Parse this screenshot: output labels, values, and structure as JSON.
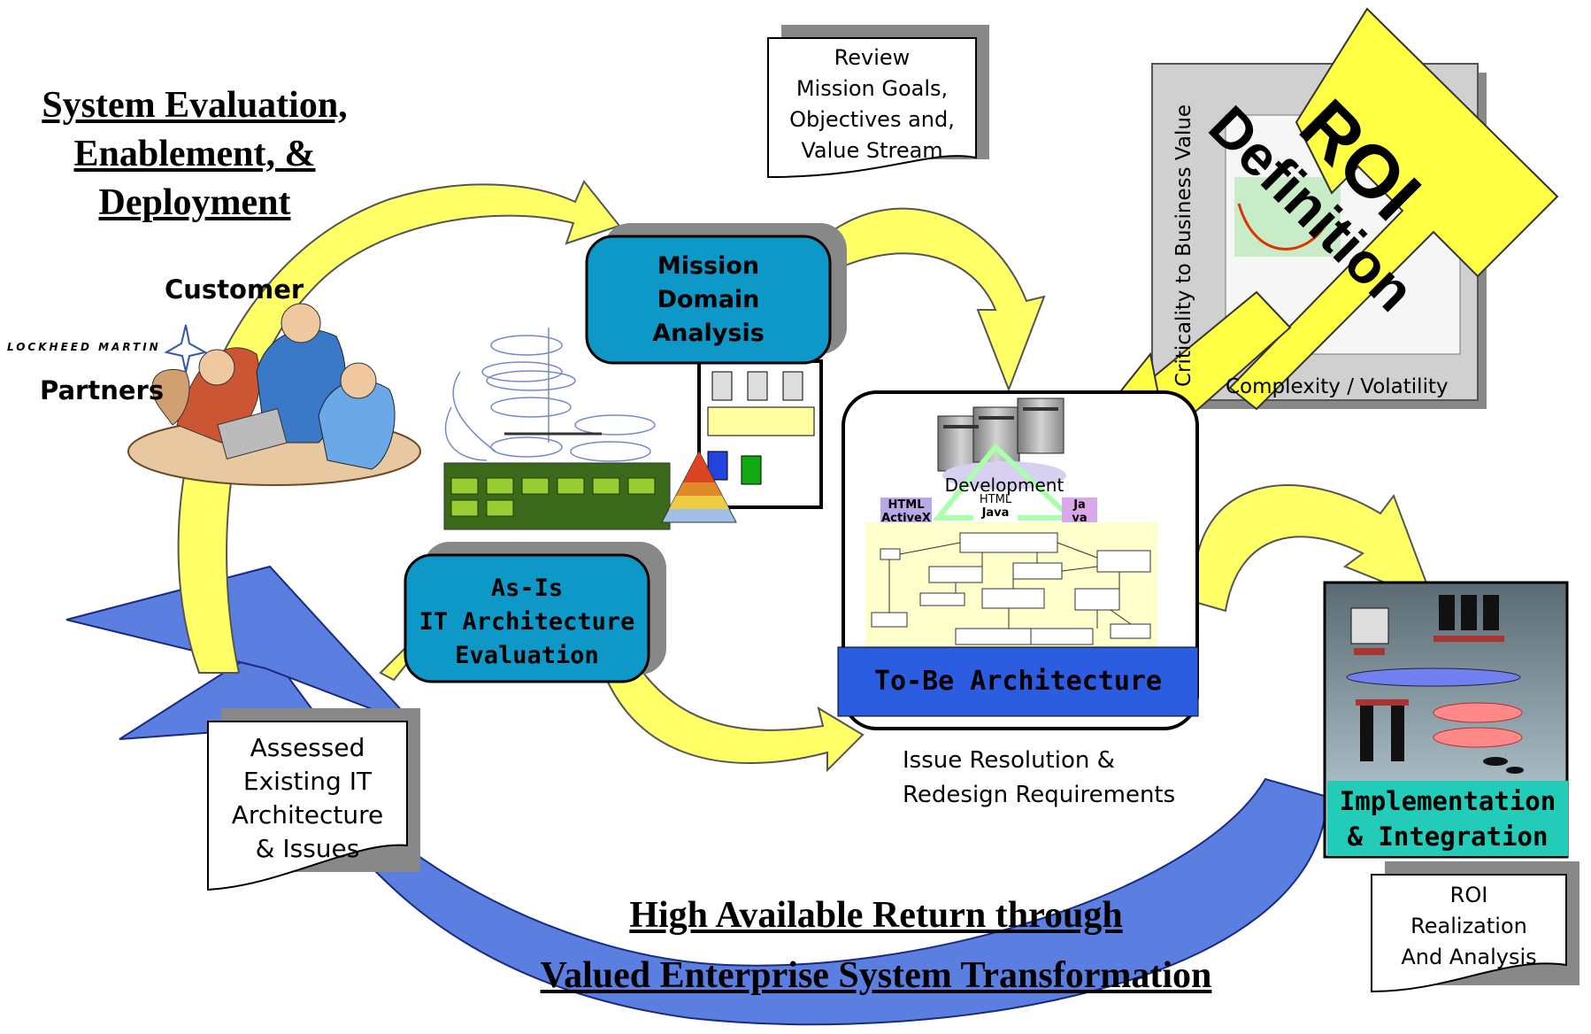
{
  "title": {
    "line1": "System Evaluation,",
    "line2": "Enablement, &",
    "line3": "Deployment"
  },
  "people": {
    "customer_label": "Customer",
    "partners_label": "Partners",
    "logo_text": "LOCKHEED MARTIN"
  },
  "review_note": {
    "line1": "Review",
    "line2": "Mission Goals,",
    "line3": "Objectives and,",
    "line4": "Value Stream"
  },
  "mission_box": {
    "line1": "Mission",
    "line2": "Domain",
    "line3": "Analysis"
  },
  "asis_box": {
    "line1": "As-Is",
    "line2": "IT Architecture",
    "line3": "Evaluation"
  },
  "assessed_note": {
    "line1": "Assessed",
    "line2": "Existing IT",
    "line3": "Architecture",
    "line4": "& Issues"
  },
  "tobe": {
    "label": "To-Be Architecture",
    "development": "Development",
    "html_activex_1": "HTML",
    "html_activex_2": "ActiveX",
    "html_java_1": "HTML",
    "html_java_2": "Java",
    "java_1": "Ja",
    "java_2": "va"
  },
  "issue": {
    "line1": "Issue Resolution &",
    "line2": "Redesign Requirements"
  },
  "matrix": {
    "title": "Matrix Value",
    "y_axis": "Criticality to Business Value Stream",
    "x_axis": "Complexity / Volatility"
  },
  "roi_definition": {
    "line1": "ROI",
    "line2": "Definition"
  },
  "implementation": {
    "line1": "Implementation",
    "line2": "& Integration"
  },
  "roi_note": {
    "line1": "ROI",
    "line2": "Realization",
    "line3": "And Analysis"
  },
  "bottom_title": {
    "line1": "High Available Return through",
    "line2": "Valued Enterprise System Transformation"
  },
  "colors": {
    "arrow_yellow": "#ffff66",
    "arrow_blue": "#5b7fe0",
    "box_blue": "#0e98c8",
    "tobe_blue": "#2c5ce0",
    "impl_teal": "#22ccb8",
    "roi_yellow": "#ffff44"
  }
}
